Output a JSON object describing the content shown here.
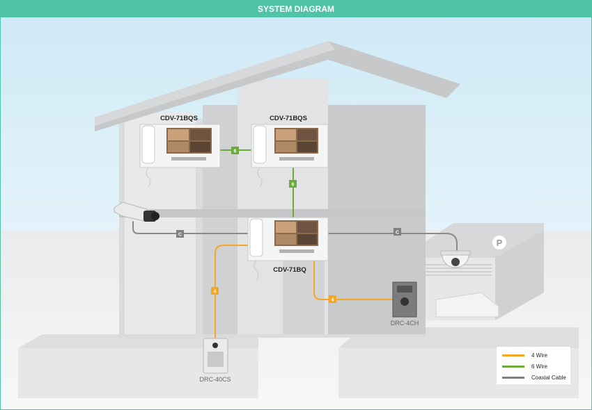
{
  "header": {
    "title": "SYSTEM DIAGRAM"
  },
  "devices": {
    "monitor_top_left": "CDV-71BQS",
    "monitor_top_right": "CDV-71BQS",
    "monitor_main": "CDV-71BQ",
    "door_station_front": "DRC-40CS",
    "door_station_garage": "DRC-4CH"
  },
  "badges": {
    "six_wire": "6",
    "four_wire": "4",
    "coaxial": "C"
  },
  "parking_sign": "P",
  "legend": [
    {
      "label": "4 Wire",
      "color": "#f5a623"
    },
    {
      "label": "6 Wire",
      "color": "#6aab3c"
    },
    {
      "label": "Coaxial Cable",
      "color": "#808080"
    }
  ],
  "colors": {
    "header": "#4ec3a5",
    "sky": "#cfeaf6",
    "wall": "#e3e5e6"
  }
}
